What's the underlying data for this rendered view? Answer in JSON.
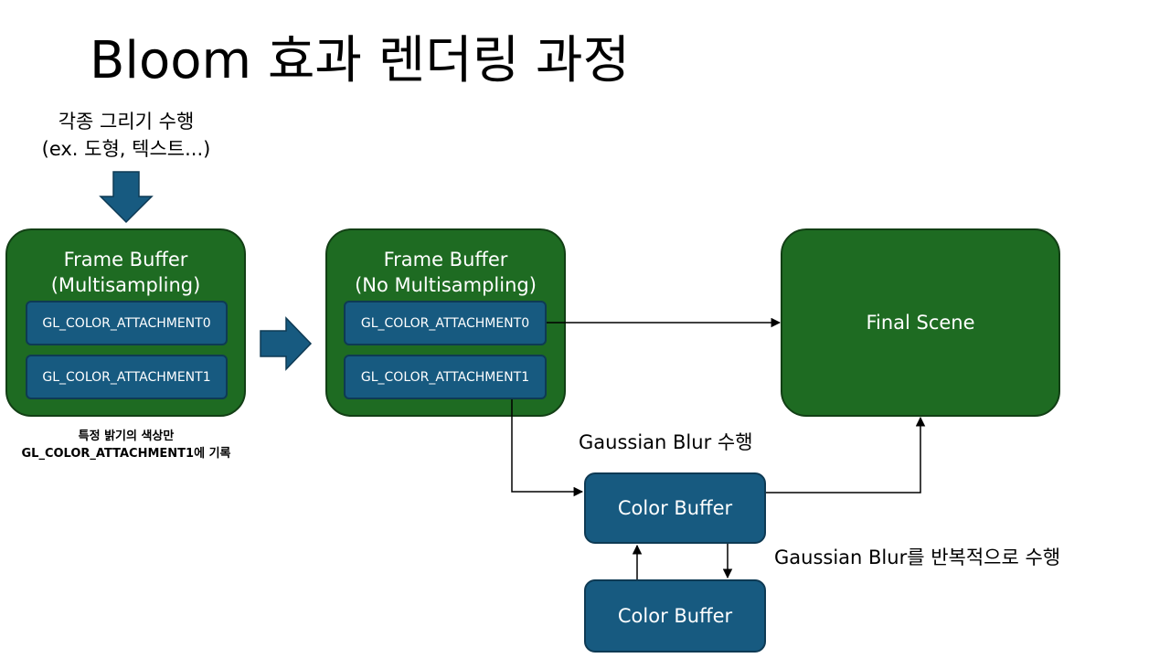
{
  "title": "Bloom 효과 렌더링 과정",
  "input_caption": {
    "line1": "각종 그리기 수행",
    "line2": "(ex. 도형, 텍스트...)"
  },
  "framebuffer_ms": {
    "line1": "Frame Buffer",
    "line2": "(Multisampling)",
    "att0": "GL_COLOR_ATTACHMENT0",
    "att1": "GL_COLOR_ATTACHMENT1"
  },
  "ms_note": {
    "line1": "특정 밝기의 색상만",
    "line2": "GL_COLOR_ATTACHMENT1에 기록"
  },
  "framebuffer_noms": {
    "line1": "Frame Buffer",
    "line2": "(No Multisampling)",
    "att0": "GL_COLOR_ATTACHMENT0",
    "att1": "GL_COLOR_ATTACHMENT1"
  },
  "final_scene": "Final Scene",
  "gaussian_label": "Gaussian Blur 수행",
  "color_buffer_1": "Color Buffer",
  "color_buffer_2": "Color Buffer",
  "repeat_label": "Gaussian Blur를 반복적으로 수행",
  "colors": {
    "frame_buffer": "#1e6b22",
    "attachment": "#175a80",
    "arrow": "#175a80"
  }
}
